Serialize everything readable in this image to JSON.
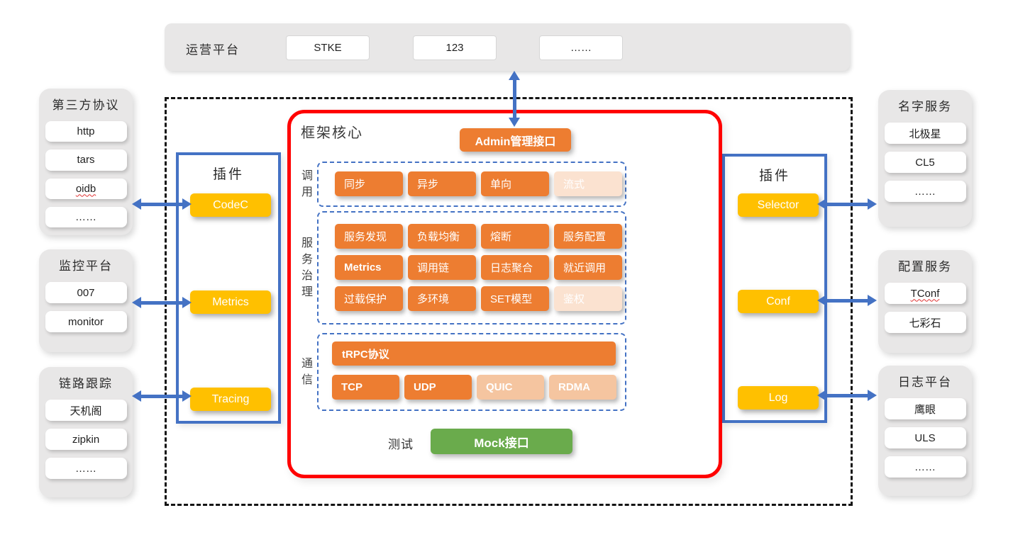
{
  "colors": {
    "orange": "#ED7D31",
    "orange_pale_light": "#FBE2D0",
    "orange_pale_mid": "#F5C5A0",
    "yellow": "#FFC000",
    "green": "#6AAB4C",
    "blue": "#4472C4",
    "red": "#FF0000",
    "panel_gray": "#E8E7E7"
  },
  "top_bar": {
    "label": "运营平台",
    "items": [
      "STKE",
      "123",
      "……"
    ]
  },
  "left_groups": [
    {
      "title": "第三方协议",
      "items": [
        "http",
        "tars",
        "oidb",
        "……"
      ]
    },
    {
      "title": "监控平台",
      "items": [
        "007",
        "monitor"
      ]
    },
    {
      "title": "链路跟踪",
      "items": [
        "天机阁",
        "zipkin",
        "……"
      ]
    }
  ],
  "left_plugin": {
    "title": "插件",
    "buttons": [
      "CodeC",
      "Metrics",
      "Tracing"
    ]
  },
  "core": {
    "title": "框架核心",
    "admin_button": "Admin管理接口",
    "call_section": {
      "label": "调用",
      "buttons": [
        {
          "label": "同步",
          "variant": "solid"
        },
        {
          "label": "异步",
          "variant": "solid"
        },
        {
          "label": "单向",
          "variant": "solid"
        },
        {
          "label": "流式",
          "variant": "pale-light"
        }
      ]
    },
    "governance_section": {
      "label": "服务治理",
      "buttons": [
        {
          "label": "服务发现",
          "variant": "solid"
        },
        {
          "label": "负载均衡",
          "variant": "solid"
        },
        {
          "label": "熔断",
          "variant": "solid"
        },
        {
          "label": "服务配置",
          "variant": "solid"
        },
        {
          "label": "Metrics",
          "variant": "solid"
        },
        {
          "label": "调用链",
          "variant": "solid"
        },
        {
          "label": "日志聚合",
          "variant": "solid"
        },
        {
          "label": "就近调用",
          "variant": "solid"
        },
        {
          "label": "过载保护",
          "variant": "solid"
        },
        {
          "label": "多环境",
          "variant": "solid"
        },
        {
          "label": "SET模型",
          "variant": "solid"
        },
        {
          "label": "鉴权",
          "variant": "pale-light"
        }
      ]
    },
    "comm_section": {
      "label": "通信",
      "protocol_bar": "tRPC协议",
      "buttons": [
        {
          "label": "TCP",
          "variant": "solid"
        },
        {
          "label": "UDP",
          "variant": "solid"
        },
        {
          "label": "QUIC",
          "variant": "pale-mid"
        },
        {
          "label": "RDMA",
          "variant": "pale-mid"
        }
      ]
    },
    "test_label": "测试",
    "mock_button": "Mock接口"
  },
  "right_plugin": {
    "title": "插件",
    "buttons": [
      "Selector",
      "Conf",
      "Log"
    ]
  },
  "right_groups": [
    {
      "title": "名字服务",
      "items": [
        "北极星",
        "CL5",
        "……"
      ]
    },
    {
      "title": "配置服务",
      "items": [
        "TConf",
        "七彩石"
      ]
    },
    {
      "title": "日志平台",
      "items": [
        "鹰眼",
        "ULS",
        "……"
      ]
    }
  ]
}
